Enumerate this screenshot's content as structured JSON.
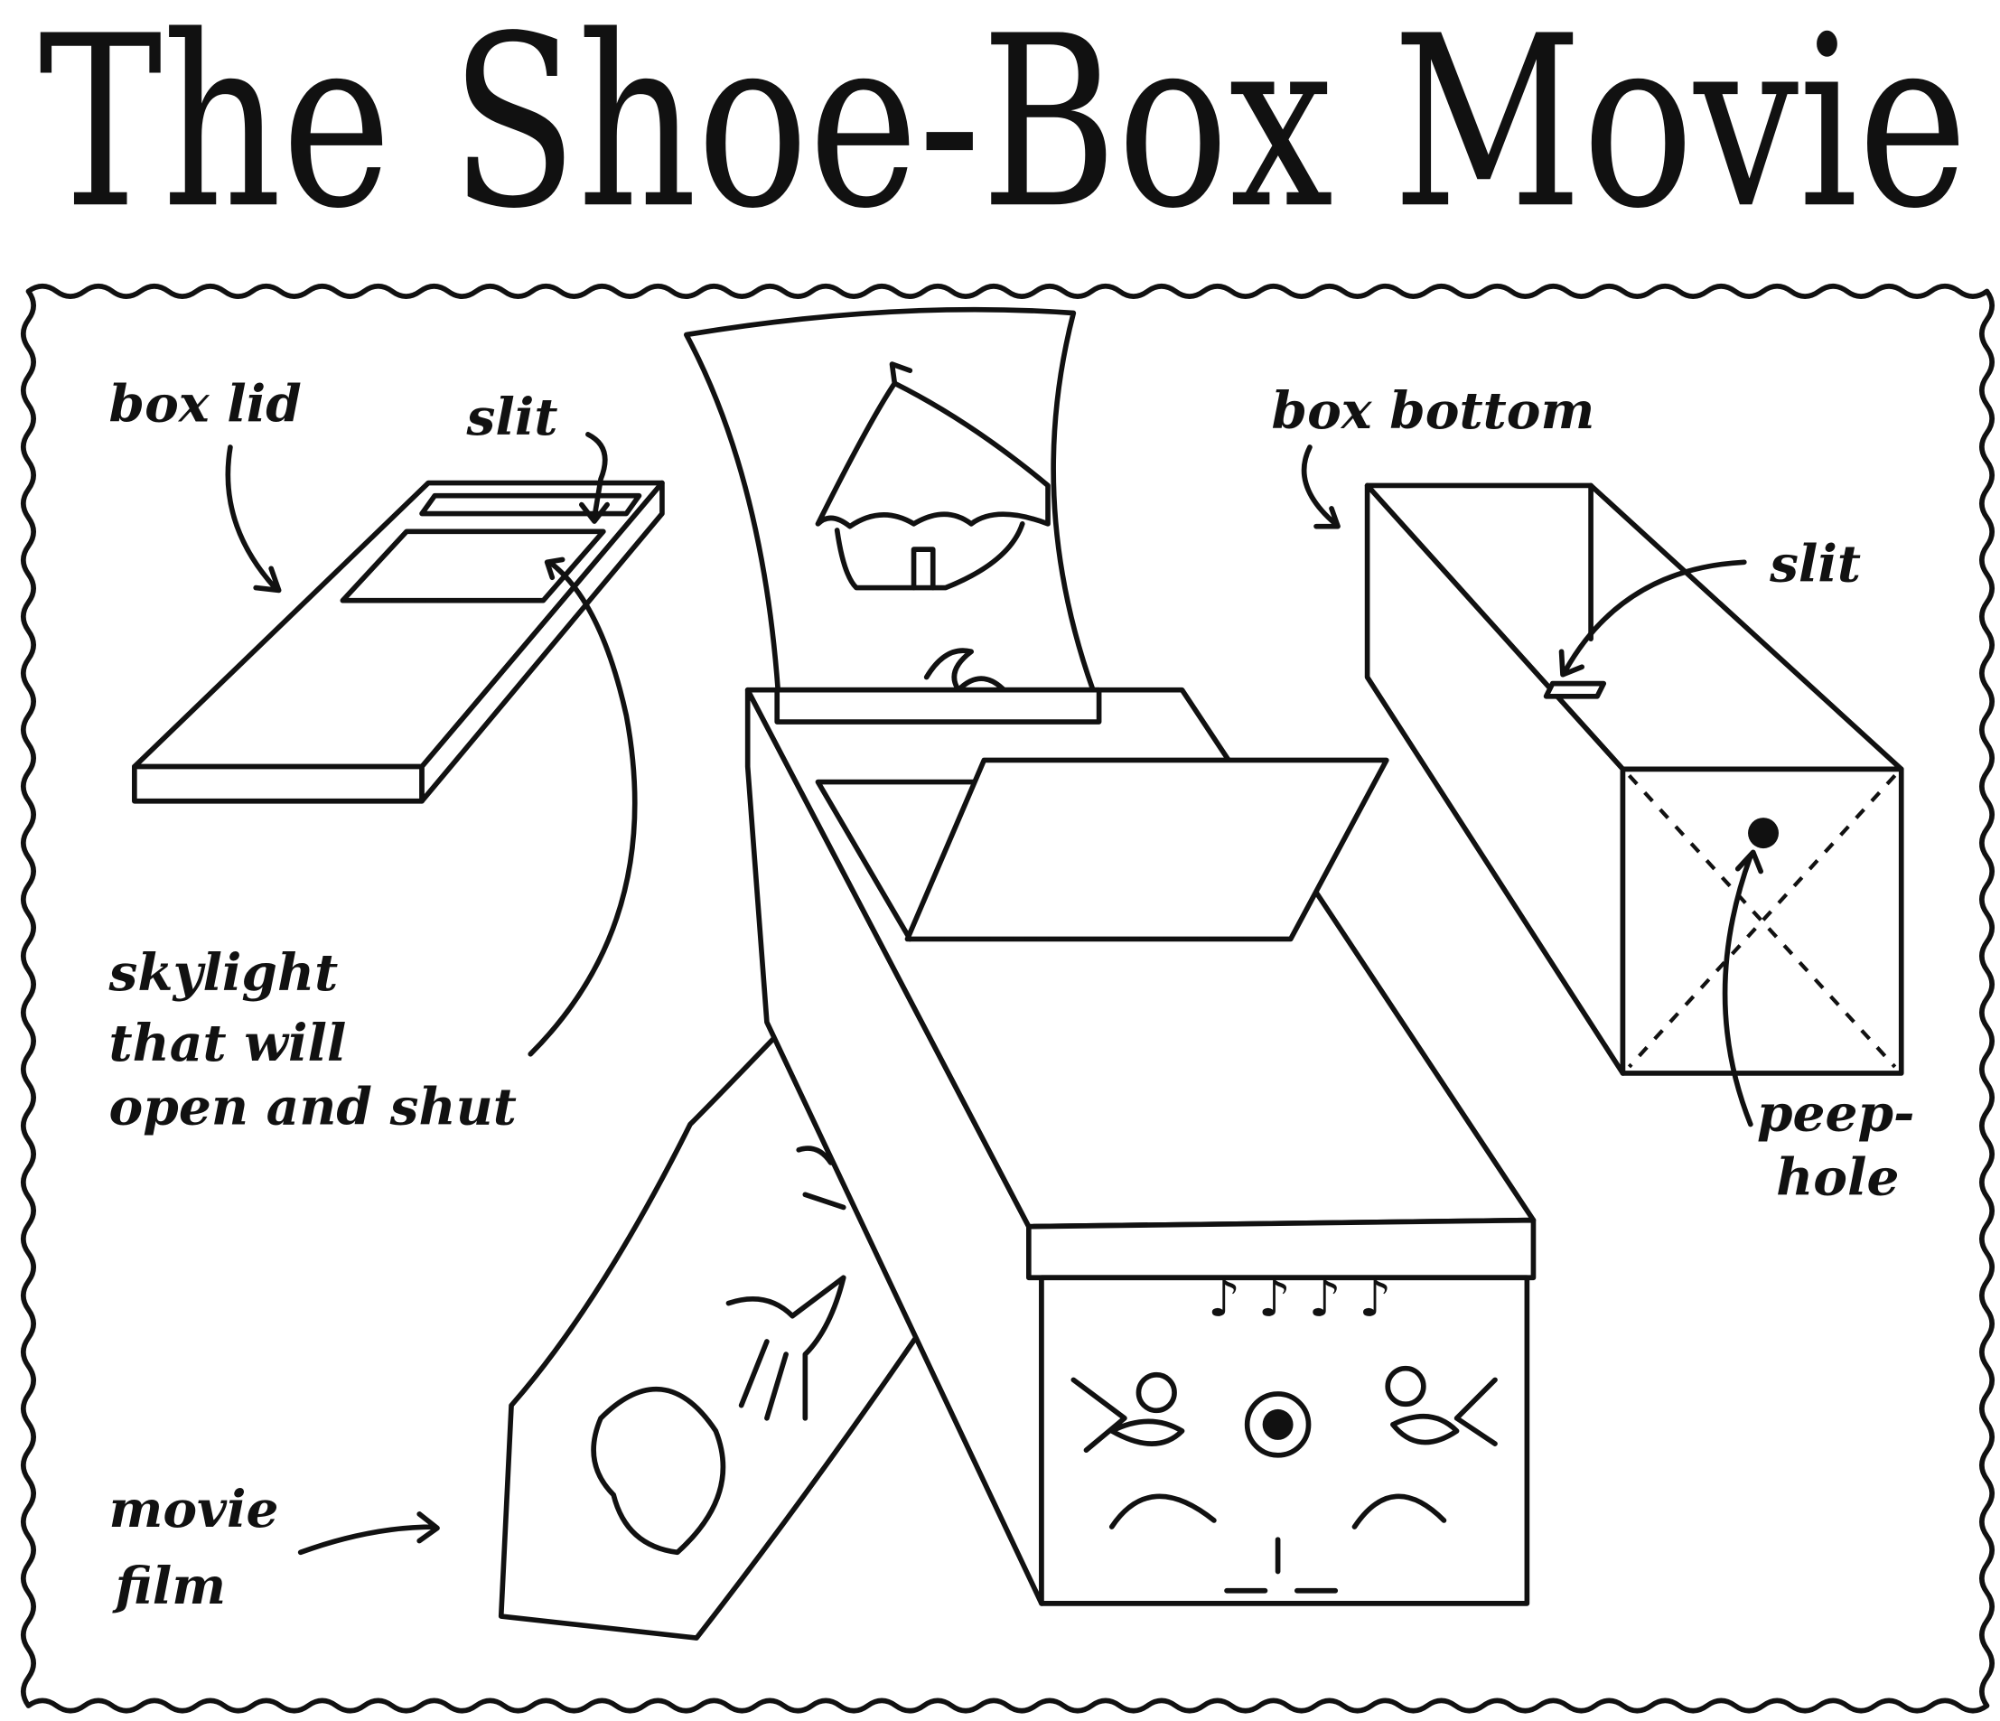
{
  "title": "The Shoe-Box Movie",
  "labels": {
    "box_lid": "box lid",
    "lid_slit": "slit",
    "box_bottom": "box bottom",
    "bottom_slit": "slit",
    "skylight_1": "skylight",
    "skylight_2": "that will",
    "skylight_3": "open and shut",
    "movie_1": "movie",
    "movie_2": "film",
    "peep_1": "peep-",
    "peep_2": "hole"
  }
}
